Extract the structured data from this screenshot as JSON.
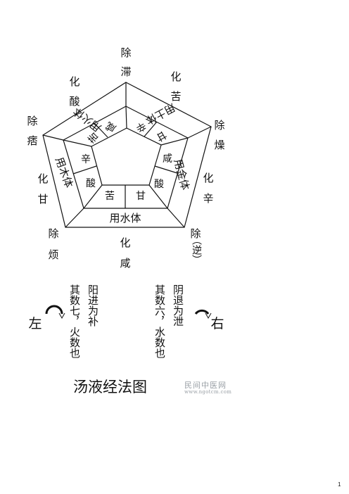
{
  "title": "汤液经法图",
  "outer": {
    "top_chu": "除",
    "top_zhi": "滞",
    "ul_hua": "化",
    "ul_suan": "酸",
    "ur_hua": "化",
    "ur_ku": "苦",
    "left_chu": "除",
    "left_pi": "痞",
    "right_chu": "除",
    "right_zao": "燥",
    "left_hua": "化",
    "left_gan": "甘",
    "right_hua": "化",
    "right_xin": "辛",
    "ll_chu": "除",
    "ll_fan": "烦",
    "bottom_hua": "化",
    "bottom_xian": "咸",
    "lr_chu": "除",
    "lr_ni": "（逆）"
  },
  "ring": {
    "fire": "用火体",
    "earth": "用土体",
    "metal": "用金体",
    "water": "用水体",
    "wood": "用木体"
  },
  "inner": {
    "ul_ku": "苦",
    "ul_xian": "咸",
    "ur_xin": "辛",
    "ur_gan": "甘",
    "r_xian": "咸",
    "r_suan": "酸",
    "b_ku": "苦",
    "b_gan": "甘",
    "l_xin": "辛",
    "l_suan": "酸"
  },
  "notes": {
    "yang_1": "阳进为补",
    "yang_2": "其数七，火数也",
    "yin_1": "阴退为泄",
    "yin_2": "其数六，水数也"
  },
  "sides": {
    "left": "左",
    "right": "右"
  },
  "watermark": {
    "name": "民间中医网",
    "url": "www.ngotcm.com"
  },
  "page_number": "1"
}
